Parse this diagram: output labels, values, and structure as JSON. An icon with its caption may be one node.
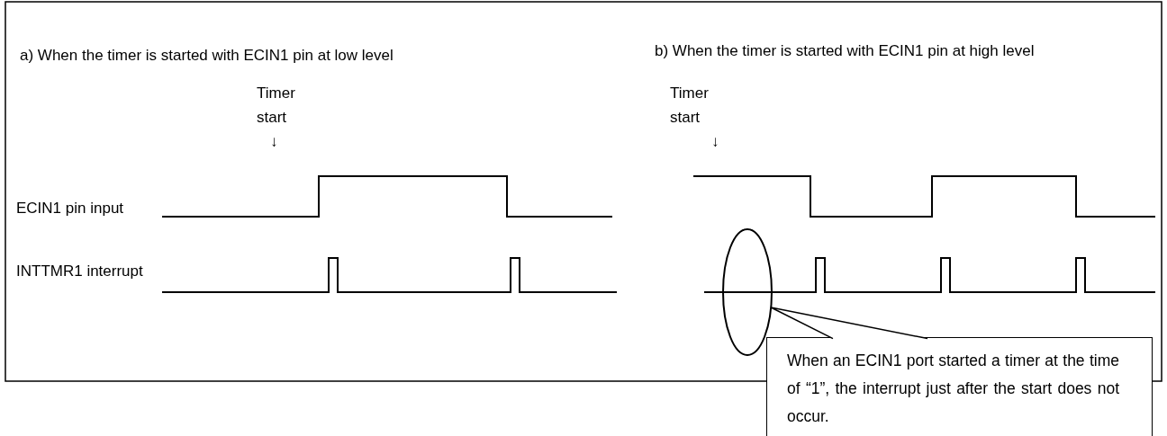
{
  "diagram": {
    "nodes": [
      {
        "text": [
          "When an ECIN1 port started a timer at the time of “1”, the interrupt just after the start does not occur."
        ]
      },
      {
        "text": [],
        "shape": "circle"
      }
    ],
    "edges": [
      {
        "from": 0,
        "to": 1,
        "arrow": "none"
      }
    ],
    "labels": [
      "a) When the timer is started with ECIN1 pin at low level",
      "b) When the timer is started with ECIN1 pin at high level",
      "Timer start",
      "Timer start",
      "↓",
      "↓",
      "ECIN1 pin input",
      "INTTMR1 interrupt"
    ]
  }
}
